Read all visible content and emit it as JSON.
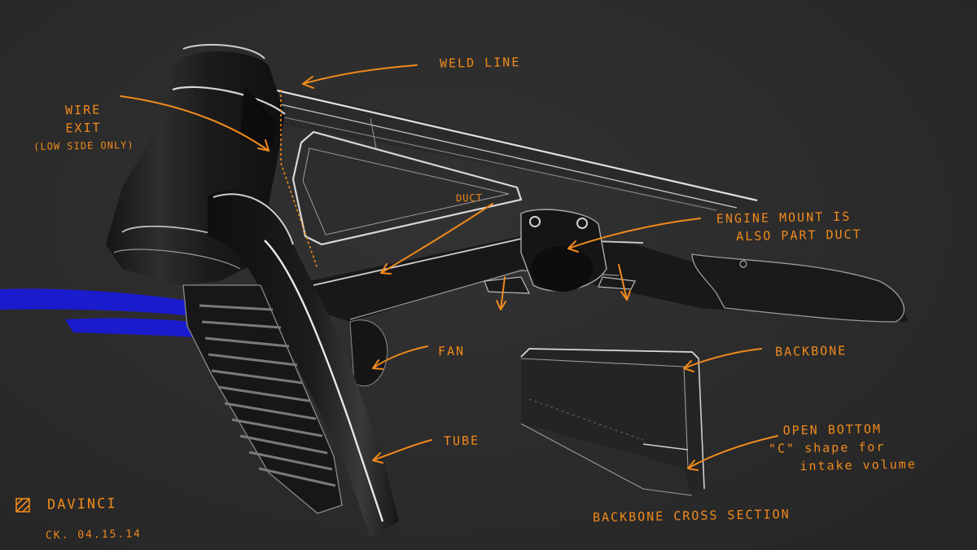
{
  "colors": {
    "background": "#2b2a2a",
    "annotation": "#f08a1c",
    "airflow": "#1a1ae0",
    "frame_dark": "#141414",
    "highlight": "#d8d8d8"
  },
  "annotations": {
    "weld_line": "WELD LINE",
    "wire_exit": [
      "WIRE",
      "EXIT",
      "(LOW SIDE ONLY)"
    ],
    "duct": "DUCT",
    "engine_mount": [
      "ENGINE MOUNT IS",
      "ALSO PART DUCT"
    ],
    "fan": "FAN",
    "backbone": "BACKBONE",
    "tube": "TUBE",
    "open_bottom": [
      "OPEN BOTTOM",
      "\"C\" shape for",
      "intake volume"
    ],
    "cross_section": "BACKBONE CROSS SECTION"
  },
  "signature": {
    "icon": "hatched-square-icon",
    "name": "DAVINCI",
    "initials_date": "CK. 04.15.14"
  }
}
